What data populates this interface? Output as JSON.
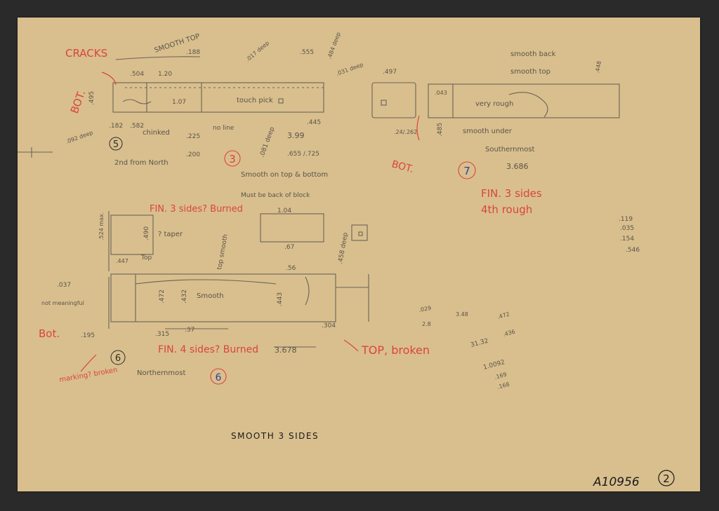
{
  "sheet": {
    "caption": "SMOOTH 3 SIDES",
    "catalog_number": "A10956",
    "page_number": "2",
    "colors": {
      "paper": "#d9bf8e",
      "pencil": "#5a5348",
      "red_pencil": "#d9453e",
      "blue_pencil": "#2f3f9a"
    }
  },
  "notes": {
    "cracks": "CRACKS",
    "smooth_top": "SMOOTH TOP",
    "bot_top_left": "BOT.",
    "chinked": "chinked",
    "no_line": "no line",
    "touch_pick": "touch pick",
    "second_from_north": "2nd from North",
    "smooth_top_and_bottom": "Smooth on top & bottom",
    "must_be_back": "Must be back of block",
    "fin_3_sides_burned": "FIN. 3 sides? Burned",
    "taper": "? taper",
    "top": "Top",
    "top_smooth": "top smooth",
    "smooth": "Smooth",
    "not_meaningful": "not meaningful",
    "bot_mid_left": "Bot.",
    "fin_4_sides_burned": "FIN. 4 sides? Burned",
    "northernmost": "Northernmost",
    "top_broken": "TOP, broken",
    "southernmost": "Southernmost",
    "smooth_back": "smooth back",
    "smooth_top_right": "smooth top",
    "very rough": "very rough",
    "smooth_under": "smooth under",
    "bot_right": "BOT.",
    "fin_3_sides_4th_rough_1": "FIN. 3 sides",
    "fin_3_sides_4th_rough_2": "4th rough",
    "marking_broken": "marking? broken"
  },
  "stone_numbers": {
    "five": "5",
    "three": "3",
    "six_pencil": "6",
    "six_red": "6",
    "seven": "7"
  },
  "measurements": {
    "m_188": ".188",
    "m_504": ".504",
    "m_120": "1.20",
    "m_495_left": ".495",
    "m_107": "1.07",
    "m_555": ".555",
    "m_484_deep": ".484 deep",
    "m_017_deep": ".017 deep",
    "m_031_deep": ".031 deep",
    "m_445": ".445",
    "m_399": "3.99",
    "m_655_725": ".655 /.725",
    "m_182": ".182",
    "m_582": ".582",
    "m_092_deep": ".092 deep",
    "m_081_deep": ".081 deep",
    "m_200": ".200",
    "m_225": ".225",
    "m_3686": "3.686",
    "m_524_max": ".524 max.",
    "m_490": ".490",
    "m_447": ".447",
    "m_104": "1.04",
    "m_67": ".67",
    "m_56": ".56",
    "m_458_deep": ".458 deep",
    "m_037": ".037",
    "m_472": ".472",
    "m_432": ".432",
    "m_443": ".443",
    "m_315": ".315",
    "m_37": ".37",
    "m_304": ".304",
    "m_3678": "3.678",
    "m_195": ".195",
    "m_497": ".497",
    "m_485": ".485",
    "m_448": ".448",
    "m_043": ".043",
    "m_24_262": ".24/.262",
    "m_119": ".119",
    "m_035": ".035",
    "m_154": ".154",
    "m_546": ".546",
    "m_029": ".029",
    "m_28": "2.8",
    "m_348": "3.48",
    "m_472b": ".472",
    "m_3132": "31.32",
    "m_436": ".436",
    "m_10092": "1.0092",
    "m_169": ".169",
    "m_168": ".168"
  }
}
